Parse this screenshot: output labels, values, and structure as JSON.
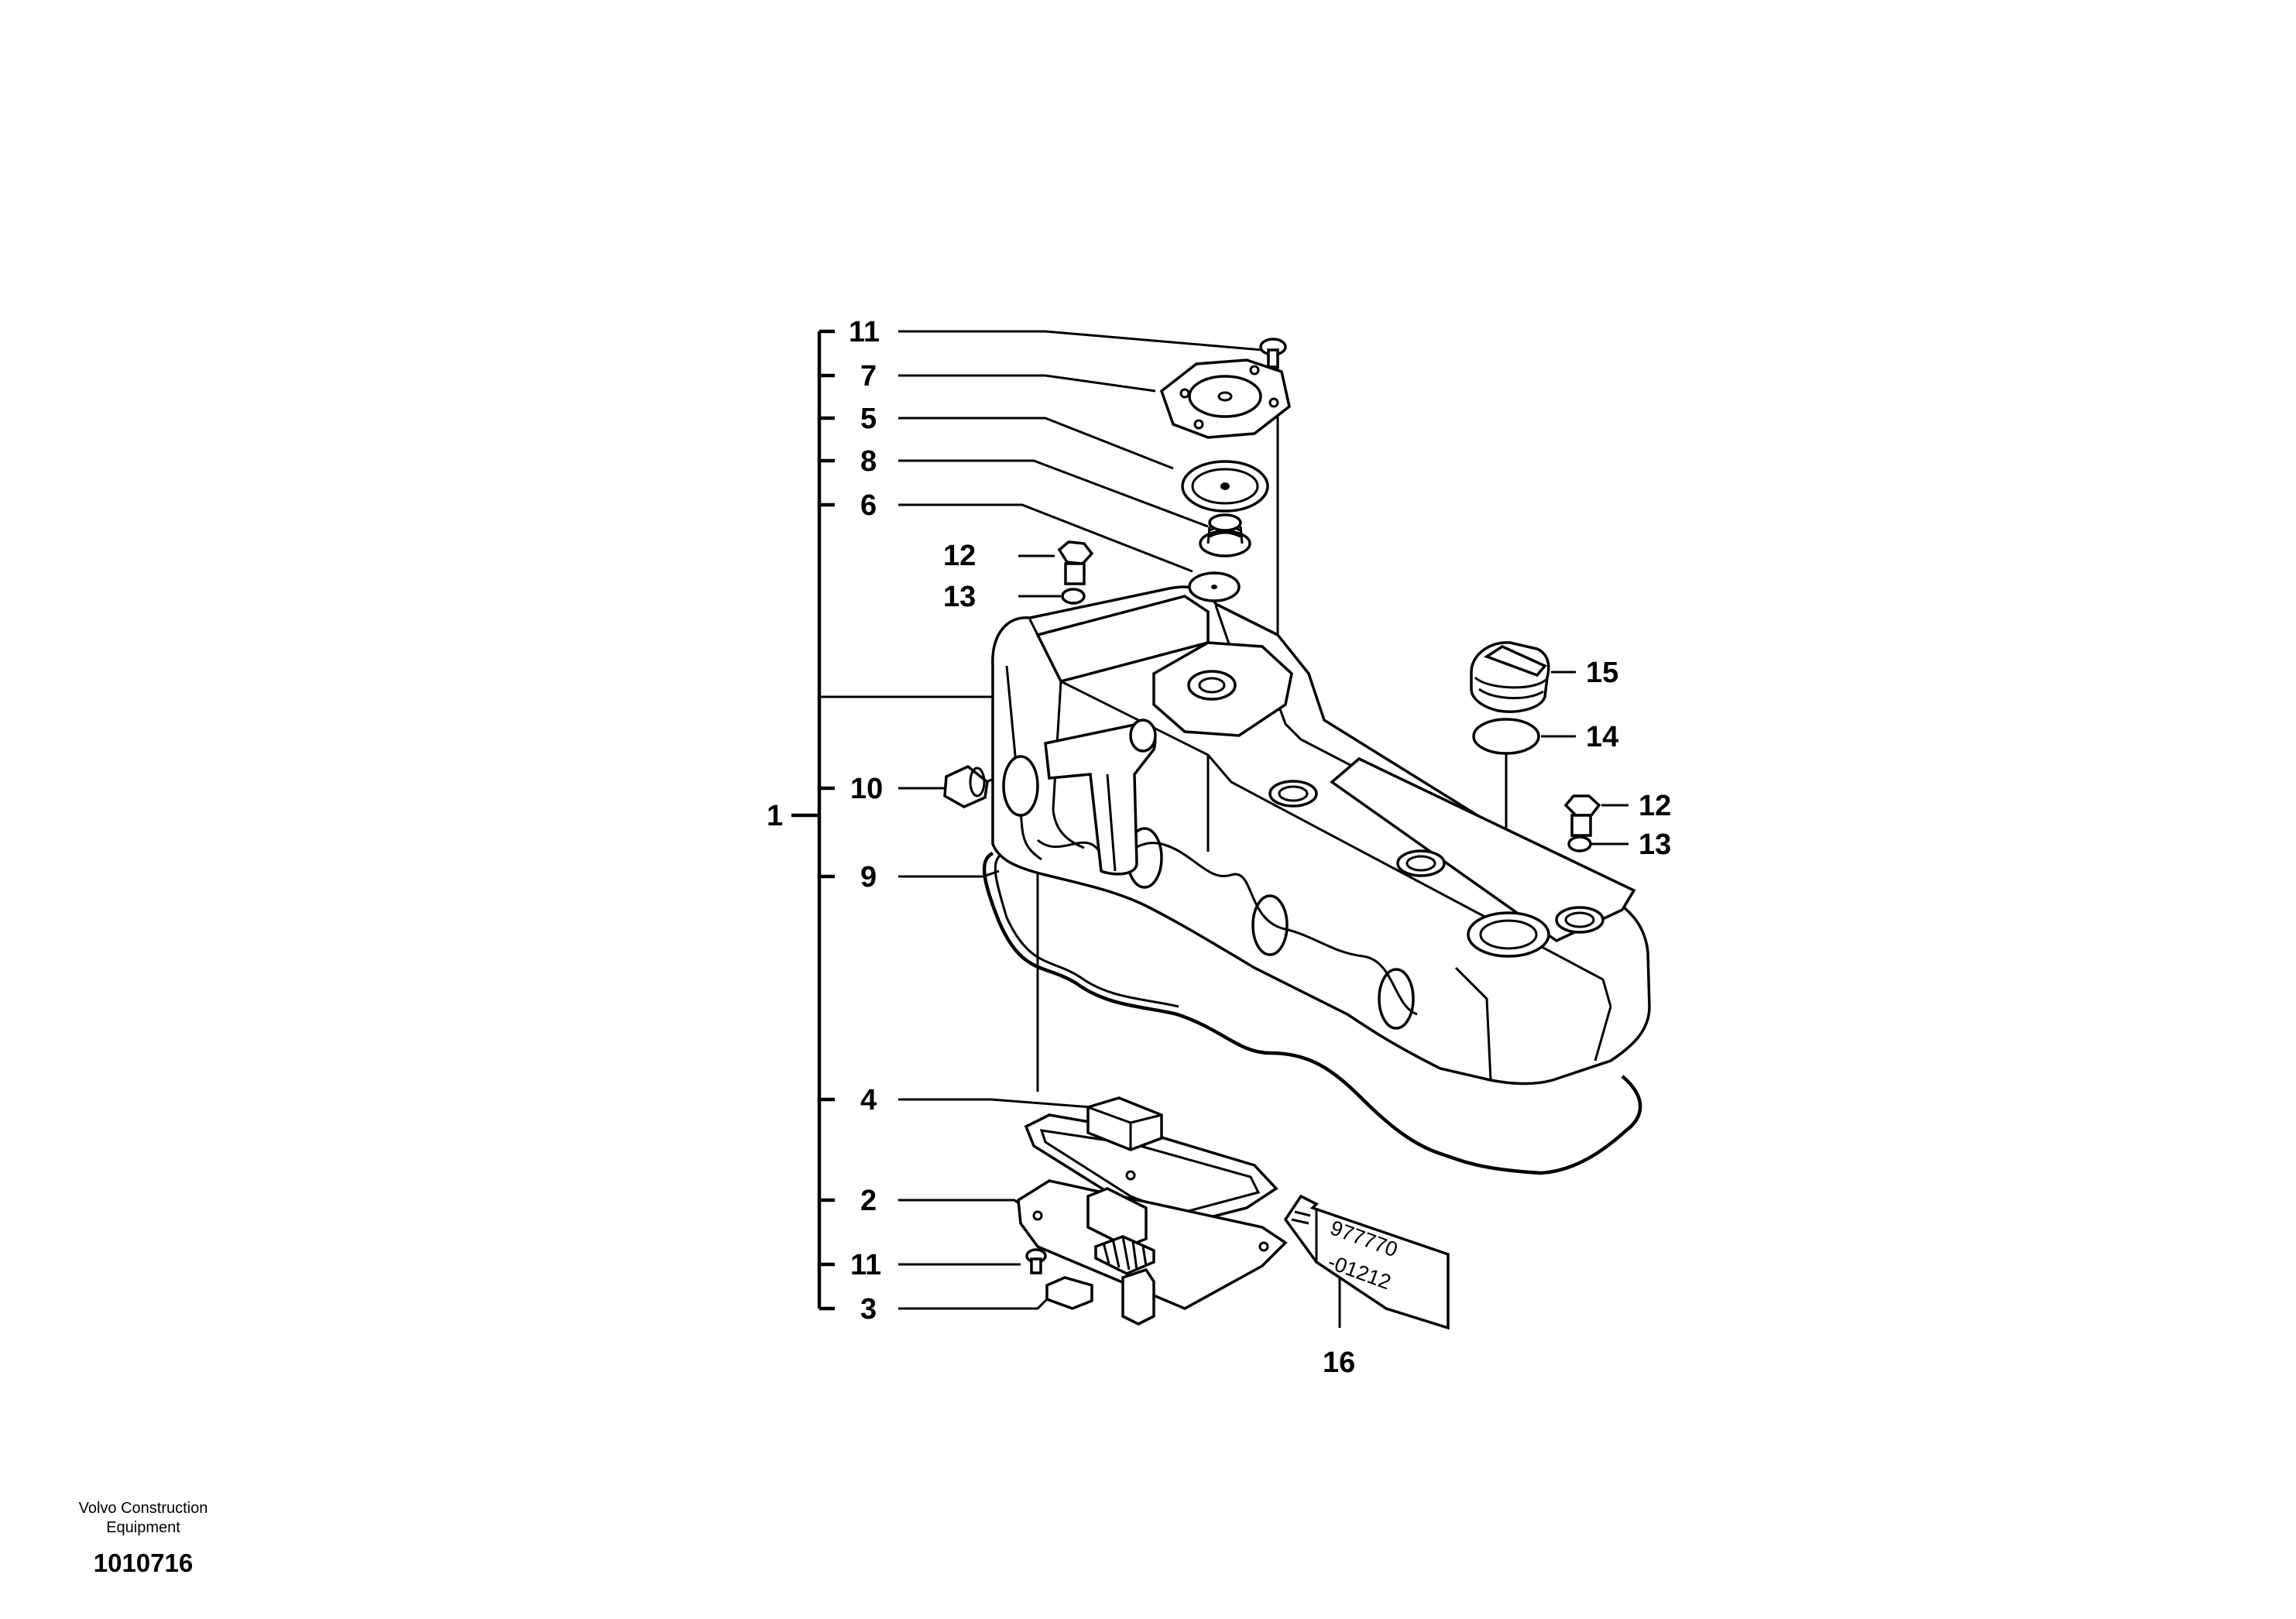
{
  "diagram": {
    "part_labels": {
      "l11_top": "11",
      "l7": "7",
      "l5": "5",
      "l8": "8",
      "l6": "6",
      "l12_left": "12",
      "l13_left": "13",
      "l10": "10",
      "l1": "1",
      "l9": "9",
      "l4": "4",
      "l2": "2",
      "l11_bottom": "11",
      "l3": "3",
      "l15": "15",
      "l14": "14",
      "l12_right": "12",
      "l13_right": "13",
      "l16": "16"
    },
    "sealant_tube": {
      "line1": "977770",
      "line2": "-01212"
    }
  },
  "footer": {
    "company_line1": "Volvo Construction",
    "company_line2": "Equipment",
    "drawing_number": "1010716"
  }
}
